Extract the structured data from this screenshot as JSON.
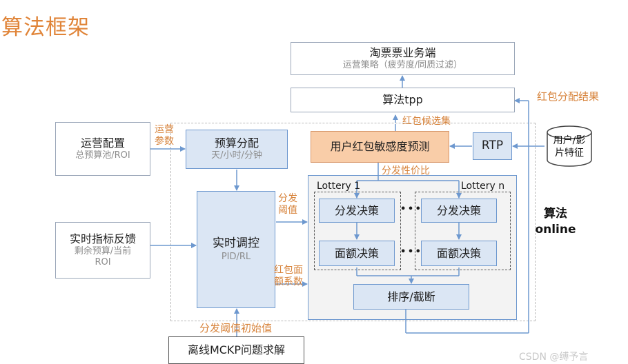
{
  "title": "算法框架",
  "taopiao": {
    "main": "淘票票业务端",
    "sub": "运营策略（疲劳度/同质过滤）"
  },
  "algo_tpp": "算法tpp",
  "red_result": "红包分配结果",
  "user_features": "用户/影\n片特征",
  "red_candidates": "红包候选集",
  "sensitivity": "用户红包敏感度预测",
  "rtp": "RTP",
  "ops_config": {
    "main": "运营配置",
    "sub": "总预算池/ROI"
  },
  "ops_params": "运营\n参数",
  "budget": {
    "main": "预算分配",
    "sub": "天/小时/分钟"
  },
  "dist_ratio": "分发性价比",
  "lottery_1": "Lottery 1",
  "lottery_n": "Lottery n",
  "dist_threshold": "分发\n阈值",
  "feedback": {
    "main": "实时指标反馈",
    "sub": "剩余预算/当前\nROI"
  },
  "realtime": {
    "main": "实时调控",
    "sub": "PID/RL"
  },
  "dist_decision_1": "分发决策",
  "dist_decision_n": "分发决策",
  "amount_decision_1": "面额决策",
  "amount_decision_n": "面额决策",
  "ellipsis_top": "• • •",
  "ellipsis_bottom": "• • •",
  "red_coef": "红包面\n额系数",
  "algo_online": "算法\nonline",
  "sort_cut": "排序/截断",
  "init_threshold": "分发阈值初始值",
  "offline": "离线MCKP问题求解",
  "watermark": "CSDN @缚予言"
}
